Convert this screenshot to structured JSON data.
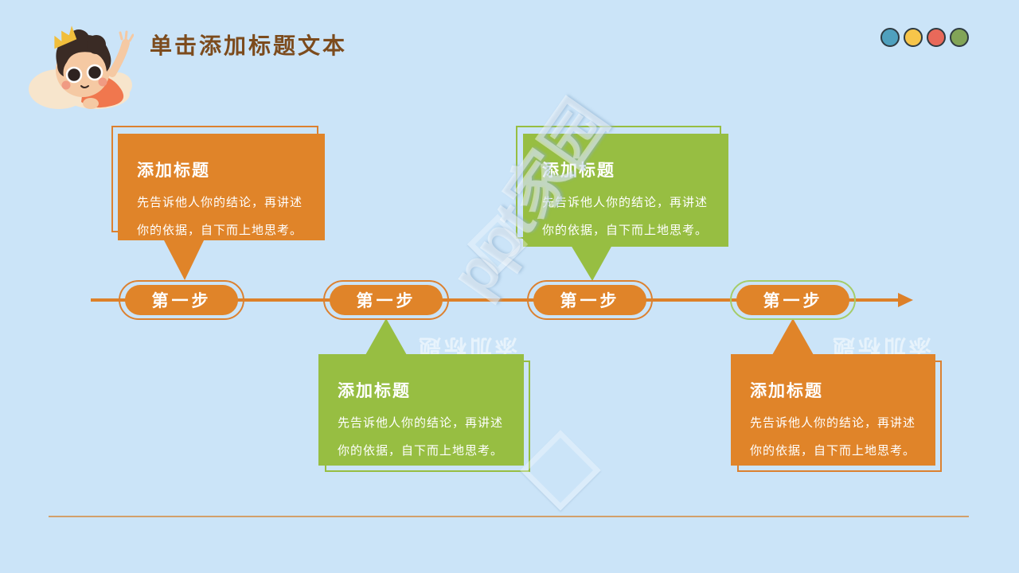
{
  "slide": {
    "title": "单击添加标题文本"
  },
  "decor": {
    "character": "boy-with-crown-waving-on-cloud",
    "dots": [
      {
        "name": "blue",
        "color": "#4FA0BE"
      },
      {
        "name": "yellow",
        "color": "#F7C54A"
      },
      {
        "name": "red",
        "color": "#E8695A"
      },
      {
        "name": "green",
        "color": "#82A457"
      }
    ],
    "watermark_text": "ppt家园",
    "flipped_watermark_text": "添加标题"
  },
  "timeline": {
    "direction": "left-to-right-arrow",
    "steps": [
      {
        "label": "第一步",
        "callout": {
          "position": "top",
          "color": "orange",
          "heading": "添加标题",
          "body": "先告诉他人你的结论，再讲述你的依据，自下而上地思考。"
        }
      },
      {
        "label": "第一步",
        "callout": {
          "position": "bottom",
          "color": "green",
          "heading": "添加标题",
          "body": "先告诉他人你的结论，再讲述你的依据，自下而上地思考。"
        }
      },
      {
        "label": "第一步",
        "callout": {
          "position": "top",
          "color": "green",
          "heading": "添加标题",
          "body": "先告诉他人你的结论，再讲述你的依据，自下而上地思考。"
        }
      },
      {
        "label": "第一步",
        "callout": {
          "position": "bottom",
          "color": "orange",
          "heading": "添加标题",
          "body": "先告诉他人你的结论，再讲述你的依据，自下而上地思考。"
        }
      }
    ]
  },
  "colors": {
    "background": "#CBE4F8",
    "orange": "#E08429",
    "green": "#97BE42",
    "ring_green": "#A5CC69",
    "title_brown": "#7C4B1D",
    "timeline_orange": "#DD8029",
    "divider_tan": "#D2A06B"
  }
}
